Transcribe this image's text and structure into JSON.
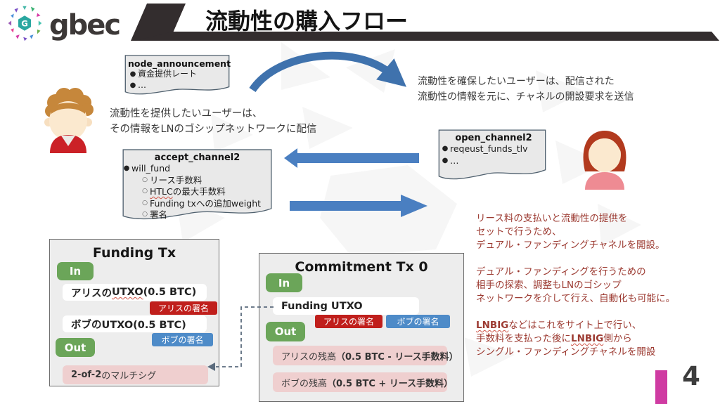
{
  "header": {
    "logo_text": "gbec",
    "title": "流動性の購入フロー"
  },
  "notes": {
    "node_announcement": {
      "title": "node_announcement",
      "bullet1": "資金提供レート",
      "bullet2": "…"
    },
    "open_channel2": {
      "title": "open_channel2",
      "bullet1": "reqeust_funds_tlv",
      "bullet2": "…"
    },
    "accept_channel2": {
      "title": "accept_channel2",
      "bullet1": "will_fund",
      "sub1": "リース手数料",
      "sub2_term": "HTLC",
      "sub2_rest": "の最大手数料",
      "sub3": "Funding txへの追加weight",
      "sub4": "署名"
    }
  },
  "captions": {
    "provider_line1": "流動性を提供したいユーザーは、",
    "provider_line2": "その情報をLNのゴシップネットワークに配信",
    "buyer_line1": "流動性を確保したいユーザーは、配信された",
    "buyer_line2": "流動性の情報を元に、チャネルの開設要求を送信"
  },
  "red_note": {
    "p1_l1": "リース料の支払いと流動性の提供を",
    "p1_l2": "セットで行うため、",
    "p1_l3": "デュアル・ファンディングチャネルを開設。",
    "p2_l1": "デュアル・ファンディングを行うための",
    "p2_l2": "相手の探索、調整もLNのゴシップ",
    "p2_l3": "ネットワークを介して行え、自動化も可能に。",
    "p3_l1_bold": "LNBIG",
    "p3_l1_rest": "などはこれをサイト上で行い、",
    "p3_l2_pre": "手数料を支払った後に",
    "p3_l2_bold": "LNBIG",
    "p3_l2_rest": "側から",
    "p3_l3": "シングル・ファンディングチャネルを開設"
  },
  "funding_tx": {
    "title": "Funding Tx",
    "in_label": "In",
    "out_label": "Out",
    "input1_pre": "アリスの",
    "input1_term": "UTXO",
    "input1_post": "(0.5 BTC)",
    "input2": "ボブのUTXO(0.5 BTC)",
    "alice_sig": "アリスの署名",
    "bob_sig": "ボブの署名",
    "output1_bold": "2-of-2",
    "output1_rest": " のマルチシグ"
  },
  "commitment_tx": {
    "title": "Commitment Tx 0",
    "in_label": "In",
    "out_label": "Out",
    "input1": "Funding UTXO",
    "alice_sig": "アリスの署名",
    "bob_sig": "ボブの署名",
    "output1_pre": "アリスの残高",
    "output1_bold": "（0.5 BTC - リース手数料）",
    "output2_pre": "ボブの残高",
    "output2_bold": "（0.5 BTC + リース手数料）"
  },
  "footer": {
    "page_number": "4"
  },
  "colors": {
    "header_bar": "#332d2e",
    "arrow_blue": "#4a7fc1",
    "curved_arrow_blue": "#3f72ad",
    "badge_green": "#6ba559",
    "badge_red": "#c01f1c",
    "badge_blue": "#4e8bc8",
    "row_pink": "#efcfcf",
    "note_bg": "#e9e9e9",
    "red_text": "#9c3a31",
    "accent_magenta": "#cf3ba2"
  }
}
